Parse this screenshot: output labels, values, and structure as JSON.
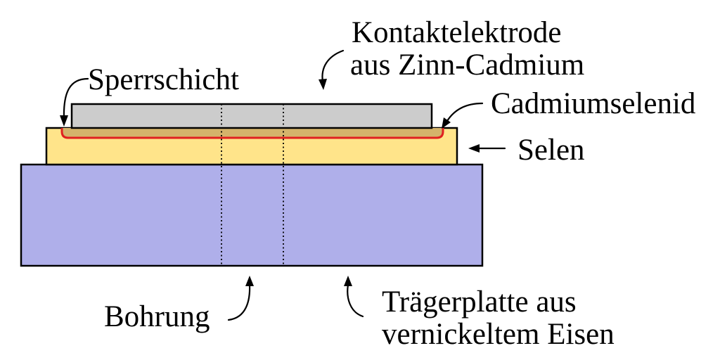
{
  "labels": {
    "kontakt_line1": "Kontaktelektrode",
    "kontakt_line2": "aus Zinn-Cadmium",
    "sperrschicht": "Sperrschicht",
    "cadmiumselenid": "Cadmiumselenid",
    "selen": "Selen",
    "bohrung": "Bohrung",
    "traeger_line1": "Trägerplatte aus",
    "traeger_line2": "vernickeltem Eisen"
  },
  "colors": {
    "contact_electrode": "#cccccc",
    "cadmium_selenide": "#d4b36b",
    "selenium": "#ffe48a",
    "barrier_layer": "#e02020",
    "carrier_plate": "#afafea",
    "outline": "#000000"
  }
}
